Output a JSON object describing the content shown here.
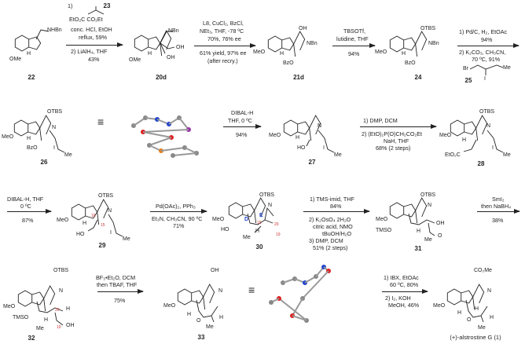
{
  "compounds": {
    "c22": "22",
    "c20d": "20d",
    "c21d": "21d",
    "c24": "24",
    "c25": "25",
    "c26": "26",
    "c27": "27",
    "c28": "28",
    "c29": "29",
    "c30": "30",
    "c31": "31",
    "c32": "32",
    "c33": "33",
    "c1": "(+)-alstrostine G (1)",
    "c23": "23"
  },
  "steps": {
    "s1": {
      "above": [
        "1)",
        "EtO₂C    CO₂Et",
        "conc. HCl, EtOH",
        "reflux, 59%"
      ],
      "below": [
        "2) LiAlH₄, THF",
        "43%"
      ]
    },
    "s2": {
      "above": [
        "L8, CuCl₂, BzCl,",
        "NEt₃, THF, -78 ºC",
        "70%, 76% ee"
      ],
      "below": [
        "61% yield, 97% ee",
        "(after recry.)"
      ]
    },
    "s3": {
      "above": [
        "TBSOTf,",
        "lutidine, THF"
      ],
      "below": [
        "94%"
      ]
    },
    "s4": {
      "above": [
        "1) Pd/C, H₂, EtOAc",
        "94%"
      ],
      "below": [
        "2) K₂CO₃, CH₃CN,",
        "70 ºC, 91%"
      ]
    },
    "s5": {
      "above": [
        "DIBAL-H",
        "THF, 0 ºC"
      ],
      "below": [
        "94%"
      ]
    },
    "s6": {
      "above": [
        "1) DMP, DCM"
      ],
      "below": [
        "2) (EtO)₂P(O)CH₂CO₂Et",
        "NaH, THF",
        "68% (2 steps)"
      ]
    },
    "s7": {
      "above": [
        "DIBAL-H, THF",
        "0 ºC"
      ],
      "below": [
        "87%"
      ]
    },
    "s8": {
      "above": [
        "Pd(OAc)₂, PPh₃"
      ],
      "below": [
        "Et₃N, CH₃CN, 90 ºC",
        "71%"
      ]
    },
    "s9": {
      "above": [
        "1) TMS-imid, THF",
        "84%"
      ],
      "below": [
        "2) K₂OsO₄ 2H₂O",
        "citric acid, NMO",
        "tBuOH/H₂O",
        "3) DMP, DCM",
        "51% (2 steps)"
      ]
    },
    "s10": {
      "above": [
        "SmI₂",
        "then NaBH₄"
      ],
      "below": [
        "38%"
      ]
    },
    "s11": {
      "above": [
        "BF₃•Et₂O, DCM",
        "then TBAF, THF"
      ],
      "below": [
        "75%"
      ]
    },
    "s12": {
      "above": [
        "1) IBX, EtOAc",
        "60 ºC, 80%"
      ],
      "below": [
        "2) I₂, KOH",
        "MeOH, 46%"
      ]
    }
  },
  "groups": {
    "nhbn": "NHBn",
    "nbn": "NBn",
    "n": "N",
    "h": "H",
    "nh": "N\nH",
    "ome": "OMe",
    "meo": "MeO",
    "oh": "OH",
    "otbs": "OTBS",
    "bzo": "BzO",
    "i": "I",
    "me": "Me",
    "ho": "HO",
    "eto2c": "EtO₂C",
    "tmso": "TMSO",
    "co2me": "CO₂Me",
    "br": "Br",
    "o": "O",
    "equiv": "≡",
    "ringD": "D",
    "ringE": "E",
    "n16": "16",
    "n15": "15",
    "n20": "20",
    "n19": "19",
    "n15b": "15",
    "n20b": "20"
  },
  "colors": {
    "bond": "#222222",
    "atomN": "#2244cc",
    "atomO": "#dd2222",
    "atomI": "#9933aa",
    "atomSi": "#e08020",
    "atomC": "#888888"
  }
}
